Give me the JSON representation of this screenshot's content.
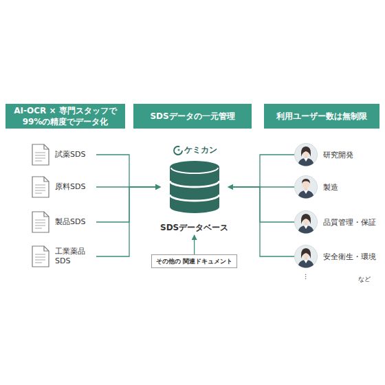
{
  "diagram": {
    "nodes": [
      {
        "text": [
          "AI-OCR × 専門スタッフで 99%の精度でデータ化"
        ]
      },
      {
        "text": [
          "SDSデータの一元管理"
        ]
      },
      {
        "text": [
          "利用ユーザー数は無制限"
        ]
      },
      {
        "text": [
          "試薬SDS"
        ]
      },
      {
        "text": [
          "原料SDS"
        ]
      },
      {
        "text": [
          "製品SDS"
        ]
      },
      {
        "text": [
          "工業薬品 SDS"
        ]
      },
      {
        "text": [
          "SDSデータベース"
        ]
      },
      {
        "text": [
          "その他の 関連ドキュメント"
        ]
      },
      {
        "text": [
          "研究開発"
        ]
      },
      {
        "text": [
          "製造"
        ]
      },
      {
        "text": [
          "品質管理・保証"
        ]
      },
      {
        "text": [
          "安全衛生・環境"
        ]
      }
    ],
    "edges": [
      {
        "from": 3,
        "to": 7,
        "arrow": "to"
      },
      {
        "from": 4,
        "to": 7,
        "arrow": "to"
      },
      {
        "from": 5,
        "to": 7,
        "arrow": "to"
      },
      {
        "from": 6,
        "to": 7,
        "arrow": "to"
      },
      {
        "from": 8,
        "to": 7,
        "arrow": "to"
      },
      {
        "from": 9,
        "to": 7,
        "arrow": "to"
      },
      {
        "from": 10,
        "to": 7,
        "arrow": "to"
      },
      {
        "from": 11,
        "to": 7,
        "arrow": "to"
      },
      {
        "from": 12,
        "to": 7,
        "arrow": "to"
      }
    ],
    "labels": [
      "ケミカン",
      "⋮",
      "など"
    ]
  }
}
